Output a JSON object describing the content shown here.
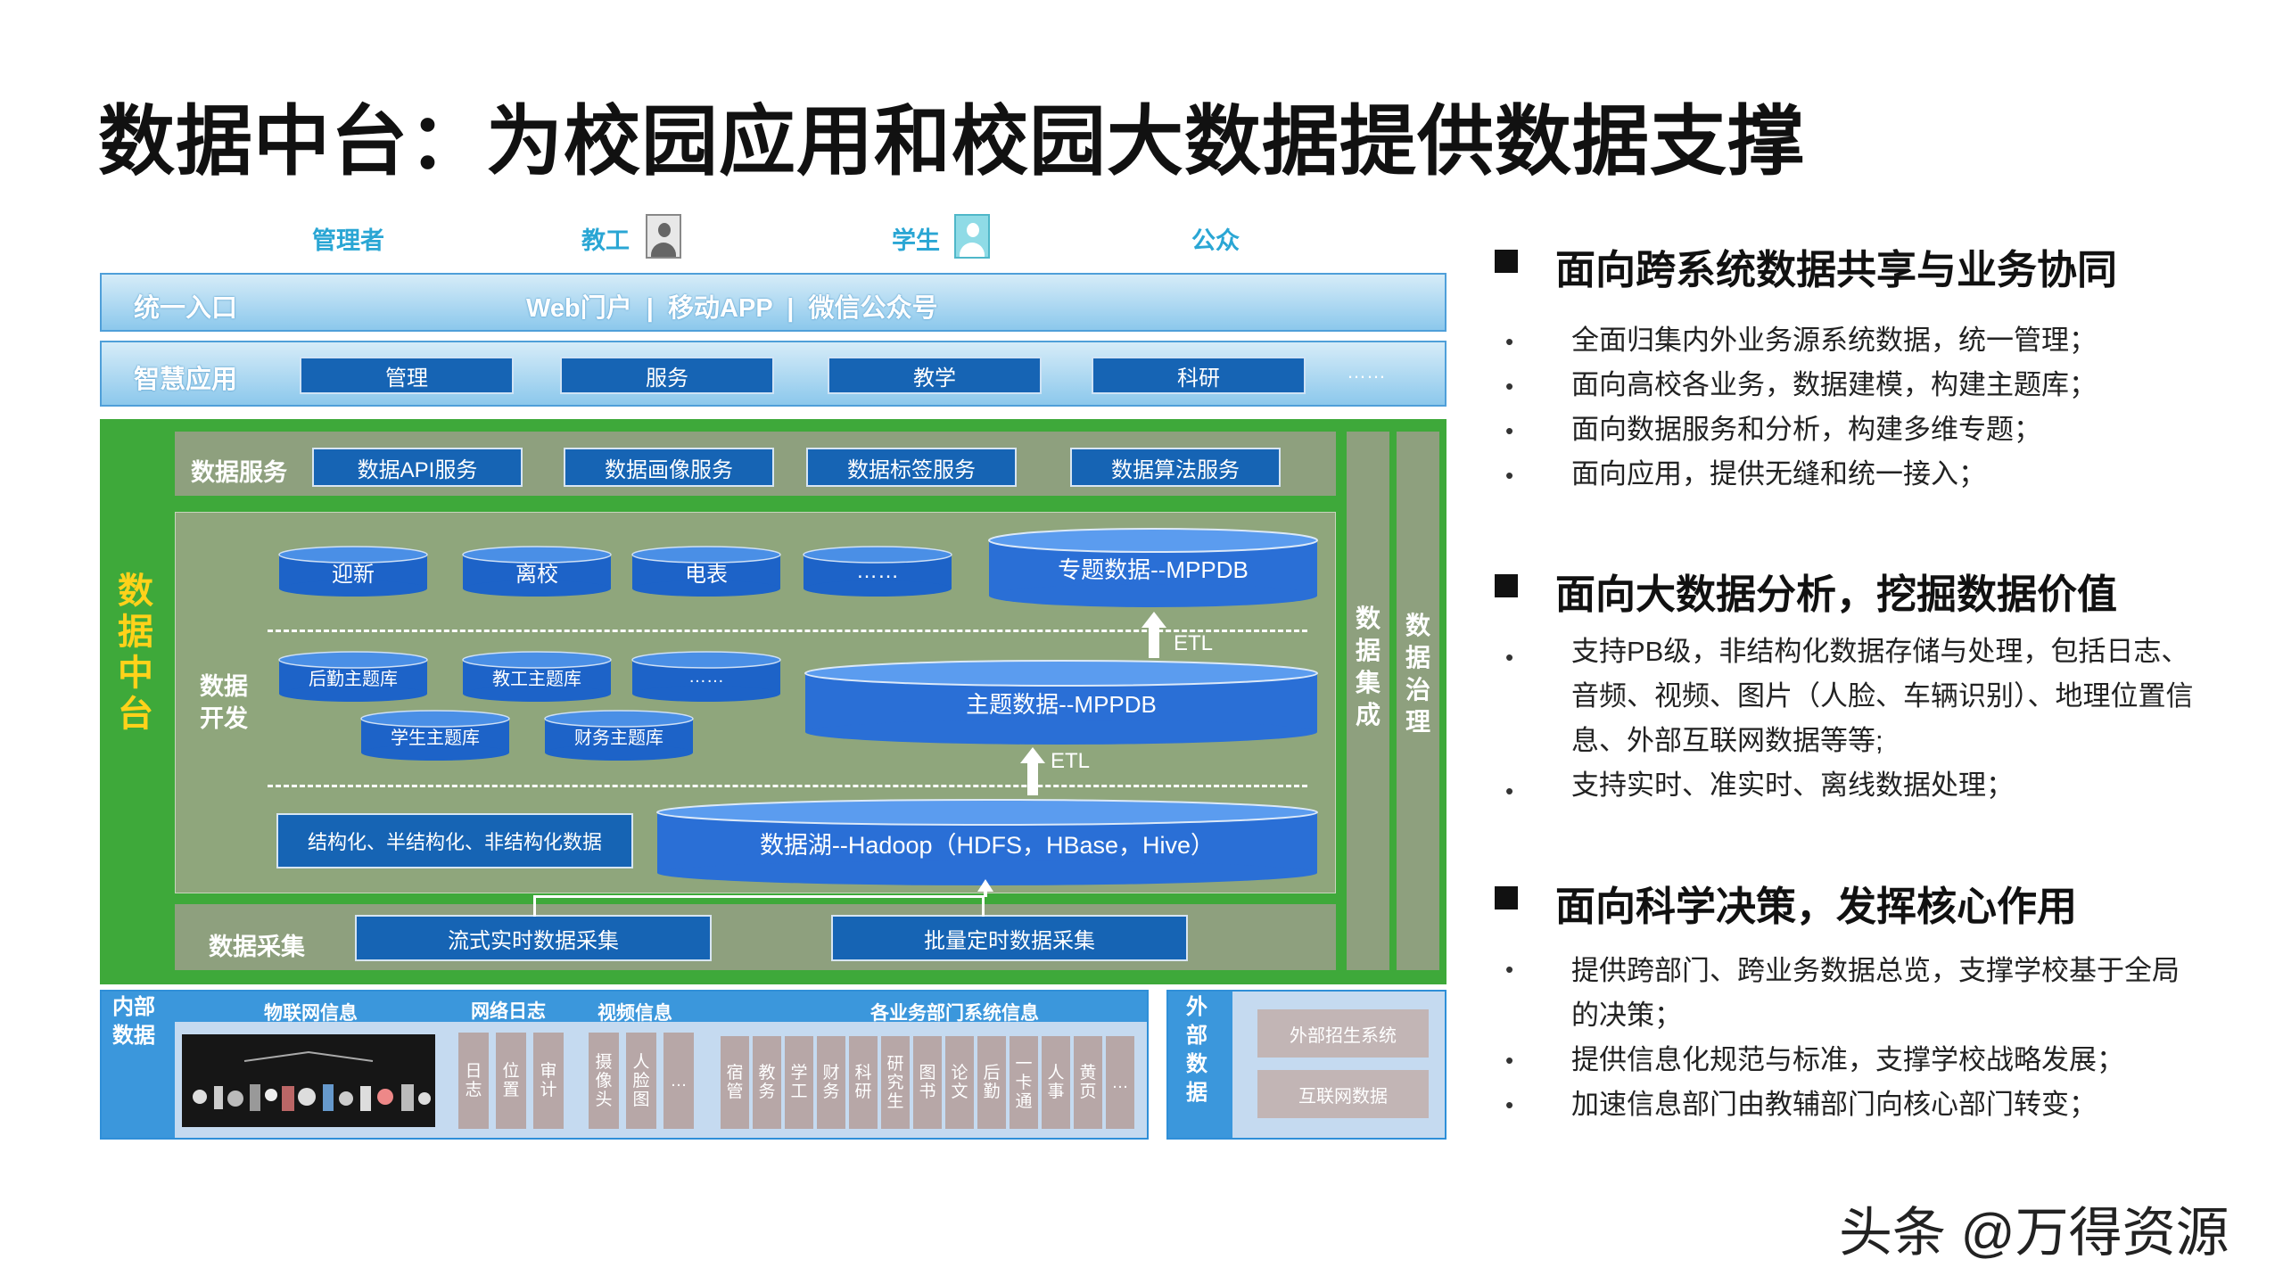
{
  "title": "数据中台：为校园应用和校园大数据提供数据支撑",
  "roles": [
    "管理者",
    "教工",
    "学生",
    "公众"
  ],
  "entry": {
    "label": "统一入口",
    "channels": "Web门户  |  移动APP  |  微信公众号"
  },
  "apps": {
    "label": "智慧应用",
    "items": [
      "管理",
      "服务",
      "教学",
      "科研"
    ],
    "more": "……"
  },
  "platform": {
    "label": "数据中台",
    "services_label": "数据服务",
    "services": [
      "数据API服务",
      "数据画像服务",
      "数据标签服务",
      "数据算法服务"
    ],
    "dev_label": "数据开发",
    "topic_dbs": [
      "迎新",
      "离校",
      "电表",
      "……"
    ],
    "theme_dbs": [
      "后勤主题库",
      "教工主题库",
      "……",
      "学生主题库",
      "财务主题库"
    ],
    "special_db": "专题数据--MPPDB",
    "theme_db": "主题数据--MPPDB",
    "lake": "数据湖--Hadoop（HDFS，HBase，Hive）",
    "raw": "结构化、半结构化、非结构化数据",
    "etl": "ETL",
    "collect_label": "数据采集",
    "collect": [
      "流式实时数据采集",
      "批量定时数据采集"
    ],
    "integration": "数据集成",
    "governance": "数据治理"
  },
  "internal": {
    "label": "内部数据",
    "groups": [
      {
        "name": "物联网信息"
      },
      {
        "name": "网络日志",
        "tiles": [
          "日志",
          "位置",
          "审计"
        ]
      },
      {
        "name": "视频信息",
        "tiles": [
          "摄像头",
          "人脸图",
          "…"
        ]
      },
      {
        "name": "各业务部门系统信息",
        "tiles": [
          "宿管",
          "教务",
          "学工",
          "财务",
          "科研",
          "研究生",
          "图书",
          "论文",
          "后勤",
          "一卡通",
          "人事",
          "黄页",
          "…"
        ]
      }
    ]
  },
  "external": {
    "label": "外部数据",
    "items": [
      "外部招生系统",
      "互联网数据"
    ]
  },
  "sections": [
    {
      "heading": "面向跨系统数据共享与业务协同",
      "bullets": [
        "全面归集内外业务源系统数据，统一管理；",
        "面向高校各业务，数据建模，构建主题库；",
        "面向数据服务和分析，构建多维专题；",
        "面向应用，提供无缝和统一接入；"
      ]
    },
    {
      "heading": "面向大数据分析，挖掘数据价值",
      "bullets": [
        "支持PB级，非结构化数据存储与处理，包括日志、音频、视频、图片（人脸、车辆识别）、地理位置信息、外部互联网数据等等;",
        "支持实时、准实时、离线数据处理；"
      ]
    },
    {
      "heading": "面向科学决策，发挥核心作用",
      "bullets": [
        "提供跨部门、跨业务数据总览，支撑学校基于全局的决策；",
        "提供信息化规范与标准，支撑学校战略发展；",
        "加速信息部门由教辅部门向核心部门转变；"
      ]
    }
  ],
  "watermark": "头条 @万得资源"
}
